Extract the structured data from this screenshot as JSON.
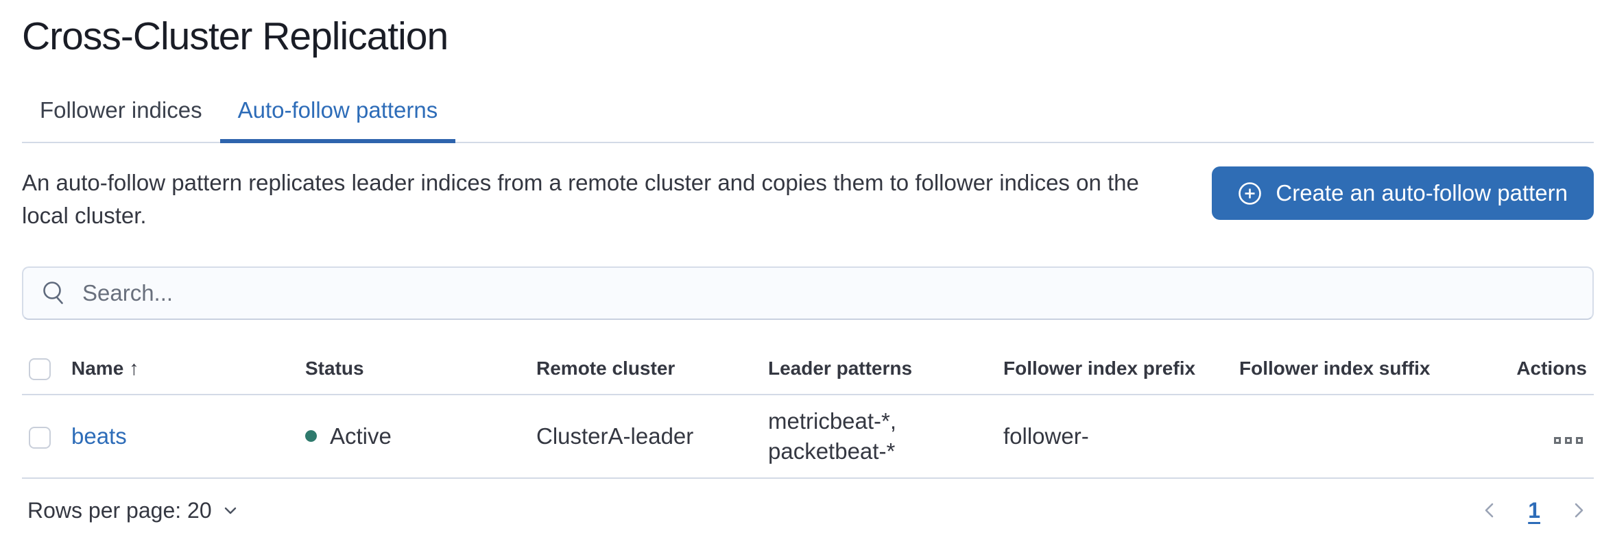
{
  "page": {
    "title": "Cross-Cluster Replication"
  },
  "tabs": [
    {
      "label": "Follower indices",
      "active": false
    },
    {
      "label": "Auto-follow patterns",
      "active": true
    }
  ],
  "intro": {
    "description": "An auto-follow pattern replicates leader indices from a remote cluster and copies them to follower indices on the local cluster.",
    "create_button_label": "Create an auto-follow pattern",
    "create_button_icon": "plus-in-circle-icon"
  },
  "search": {
    "placeholder": "Search...",
    "value": "",
    "icon": "search-icon"
  },
  "table": {
    "columns": {
      "name": "Name",
      "status": "Status",
      "remote_cluster": "Remote cluster",
      "leader_patterns": "Leader patterns",
      "follower_index_prefix": "Follower index prefix",
      "follower_index_suffix": "Follower index suffix",
      "actions": "Actions"
    },
    "sort": {
      "column": "Name",
      "direction": "ascending",
      "glyph": "↑"
    },
    "rows": [
      {
        "name": "beats",
        "status": "Active",
        "remote_cluster": "ClusterA-leader",
        "leader_patterns": [
          "metricbeat-*,",
          "packetbeat-*"
        ],
        "follower_index_prefix": "follower-",
        "follower_index_suffix": "",
        "actions_icon": "boxes-horizontal-icon"
      }
    ]
  },
  "pagination": {
    "rows_per_page_label": "Rows per page: 20",
    "current_page": "1"
  },
  "colors": {
    "primary_button": "#2f6db5",
    "link_blue": "#2d6cb8",
    "tab_underline": "#2e64ad",
    "status_active_dot": "#2f7a6d",
    "border": "#d3dae6",
    "text": "#343741",
    "muted": "#69707d"
  }
}
